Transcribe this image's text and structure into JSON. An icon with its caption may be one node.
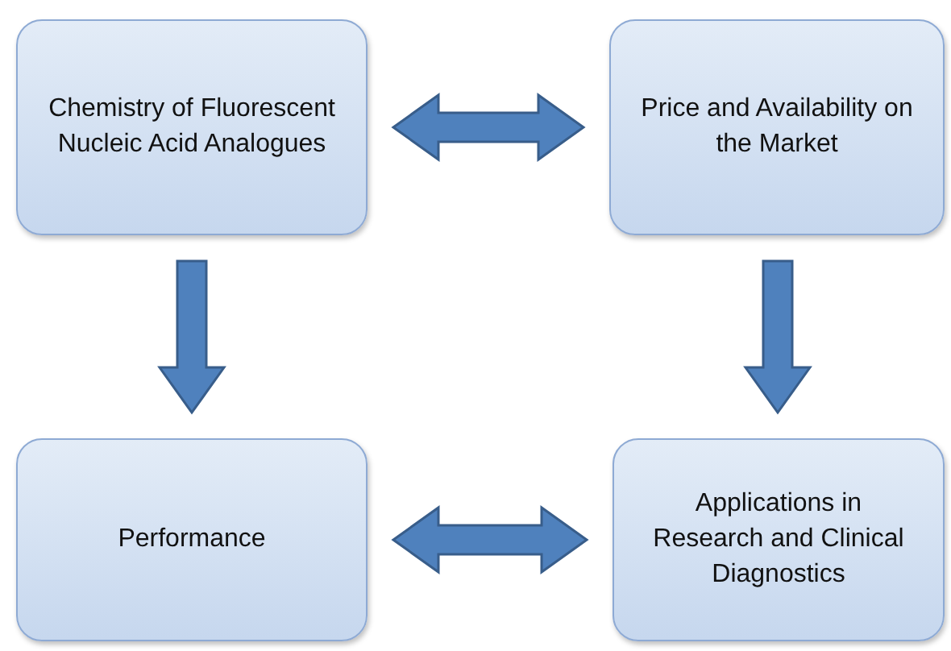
{
  "diagram": {
    "nodes": [
      {
        "text": [
          "Chemistry of Fluorescent Nucleic Acid Analogues"
        ]
      },
      {
        "text": [
          "Price and Availability on the Market"
        ]
      },
      {
        "text": [
          "Performance"
        ]
      },
      {
        "text": [
          "Applications in Research and Clinical Diagnostics"
        ]
      }
    ],
    "edges": [
      {
        "from": 0,
        "to": 1,
        "arrow": "both"
      },
      {
        "from": 0,
        "to": 2,
        "arrow": "to"
      },
      {
        "from": 1,
        "to": 3,
        "arrow": "to"
      },
      {
        "from": 2,
        "to": 3,
        "arrow": "both"
      }
    ]
  }
}
